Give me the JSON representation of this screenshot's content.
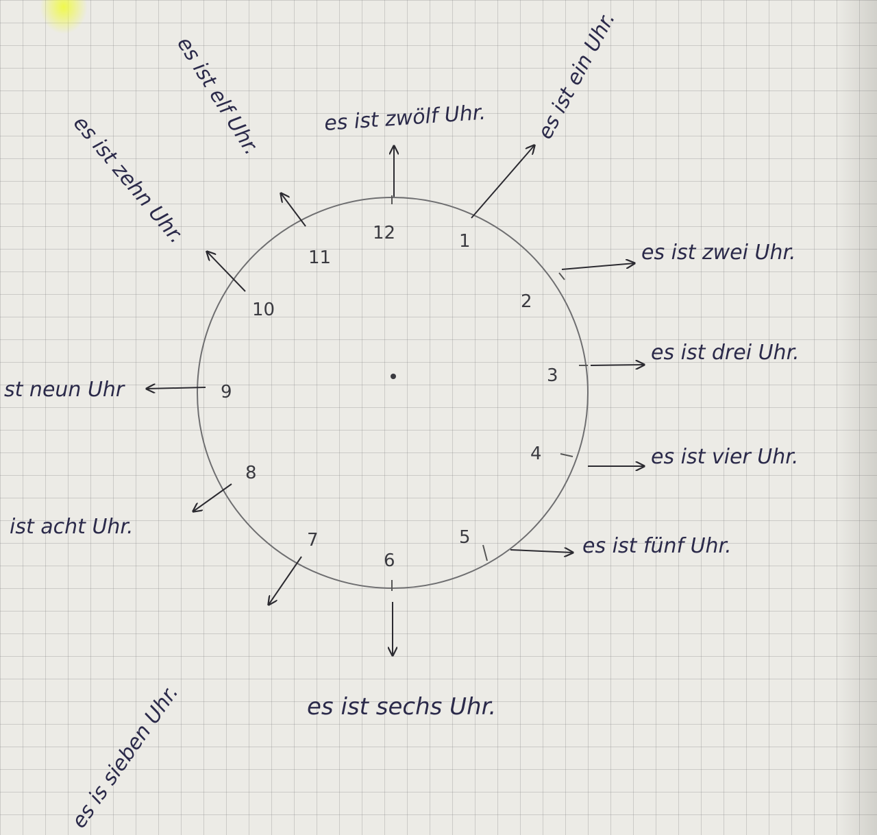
{
  "numerals": [
    "12",
    "1",
    "2",
    "3",
    "4",
    "5",
    "6",
    "7",
    "8",
    "9",
    "10",
    "11"
  ],
  "phrases": {
    "twelve": "es ist zwölf Uhr.",
    "one": "es ist ein Uhr.",
    "two": "es ist zwei Uhr.",
    "three": "es ist drei Uhr.",
    "four": "es ist vier Uhr.",
    "five": "es ist fünf Uhr.",
    "six": "es ist sechs Uhr.",
    "seven": "es is sieben Uhr.",
    "eight": "ist acht Uhr.",
    "nine": "st neun Uhr",
    "ten": "es ist zehn Uhr.",
    "eleven": "es ist elf Uhr."
  },
  "colors": {
    "paper": "#ecebe6",
    "grid": "#8c8c8c",
    "ink": "#2b2a4a",
    "pencil": "#6e6e70"
  }
}
